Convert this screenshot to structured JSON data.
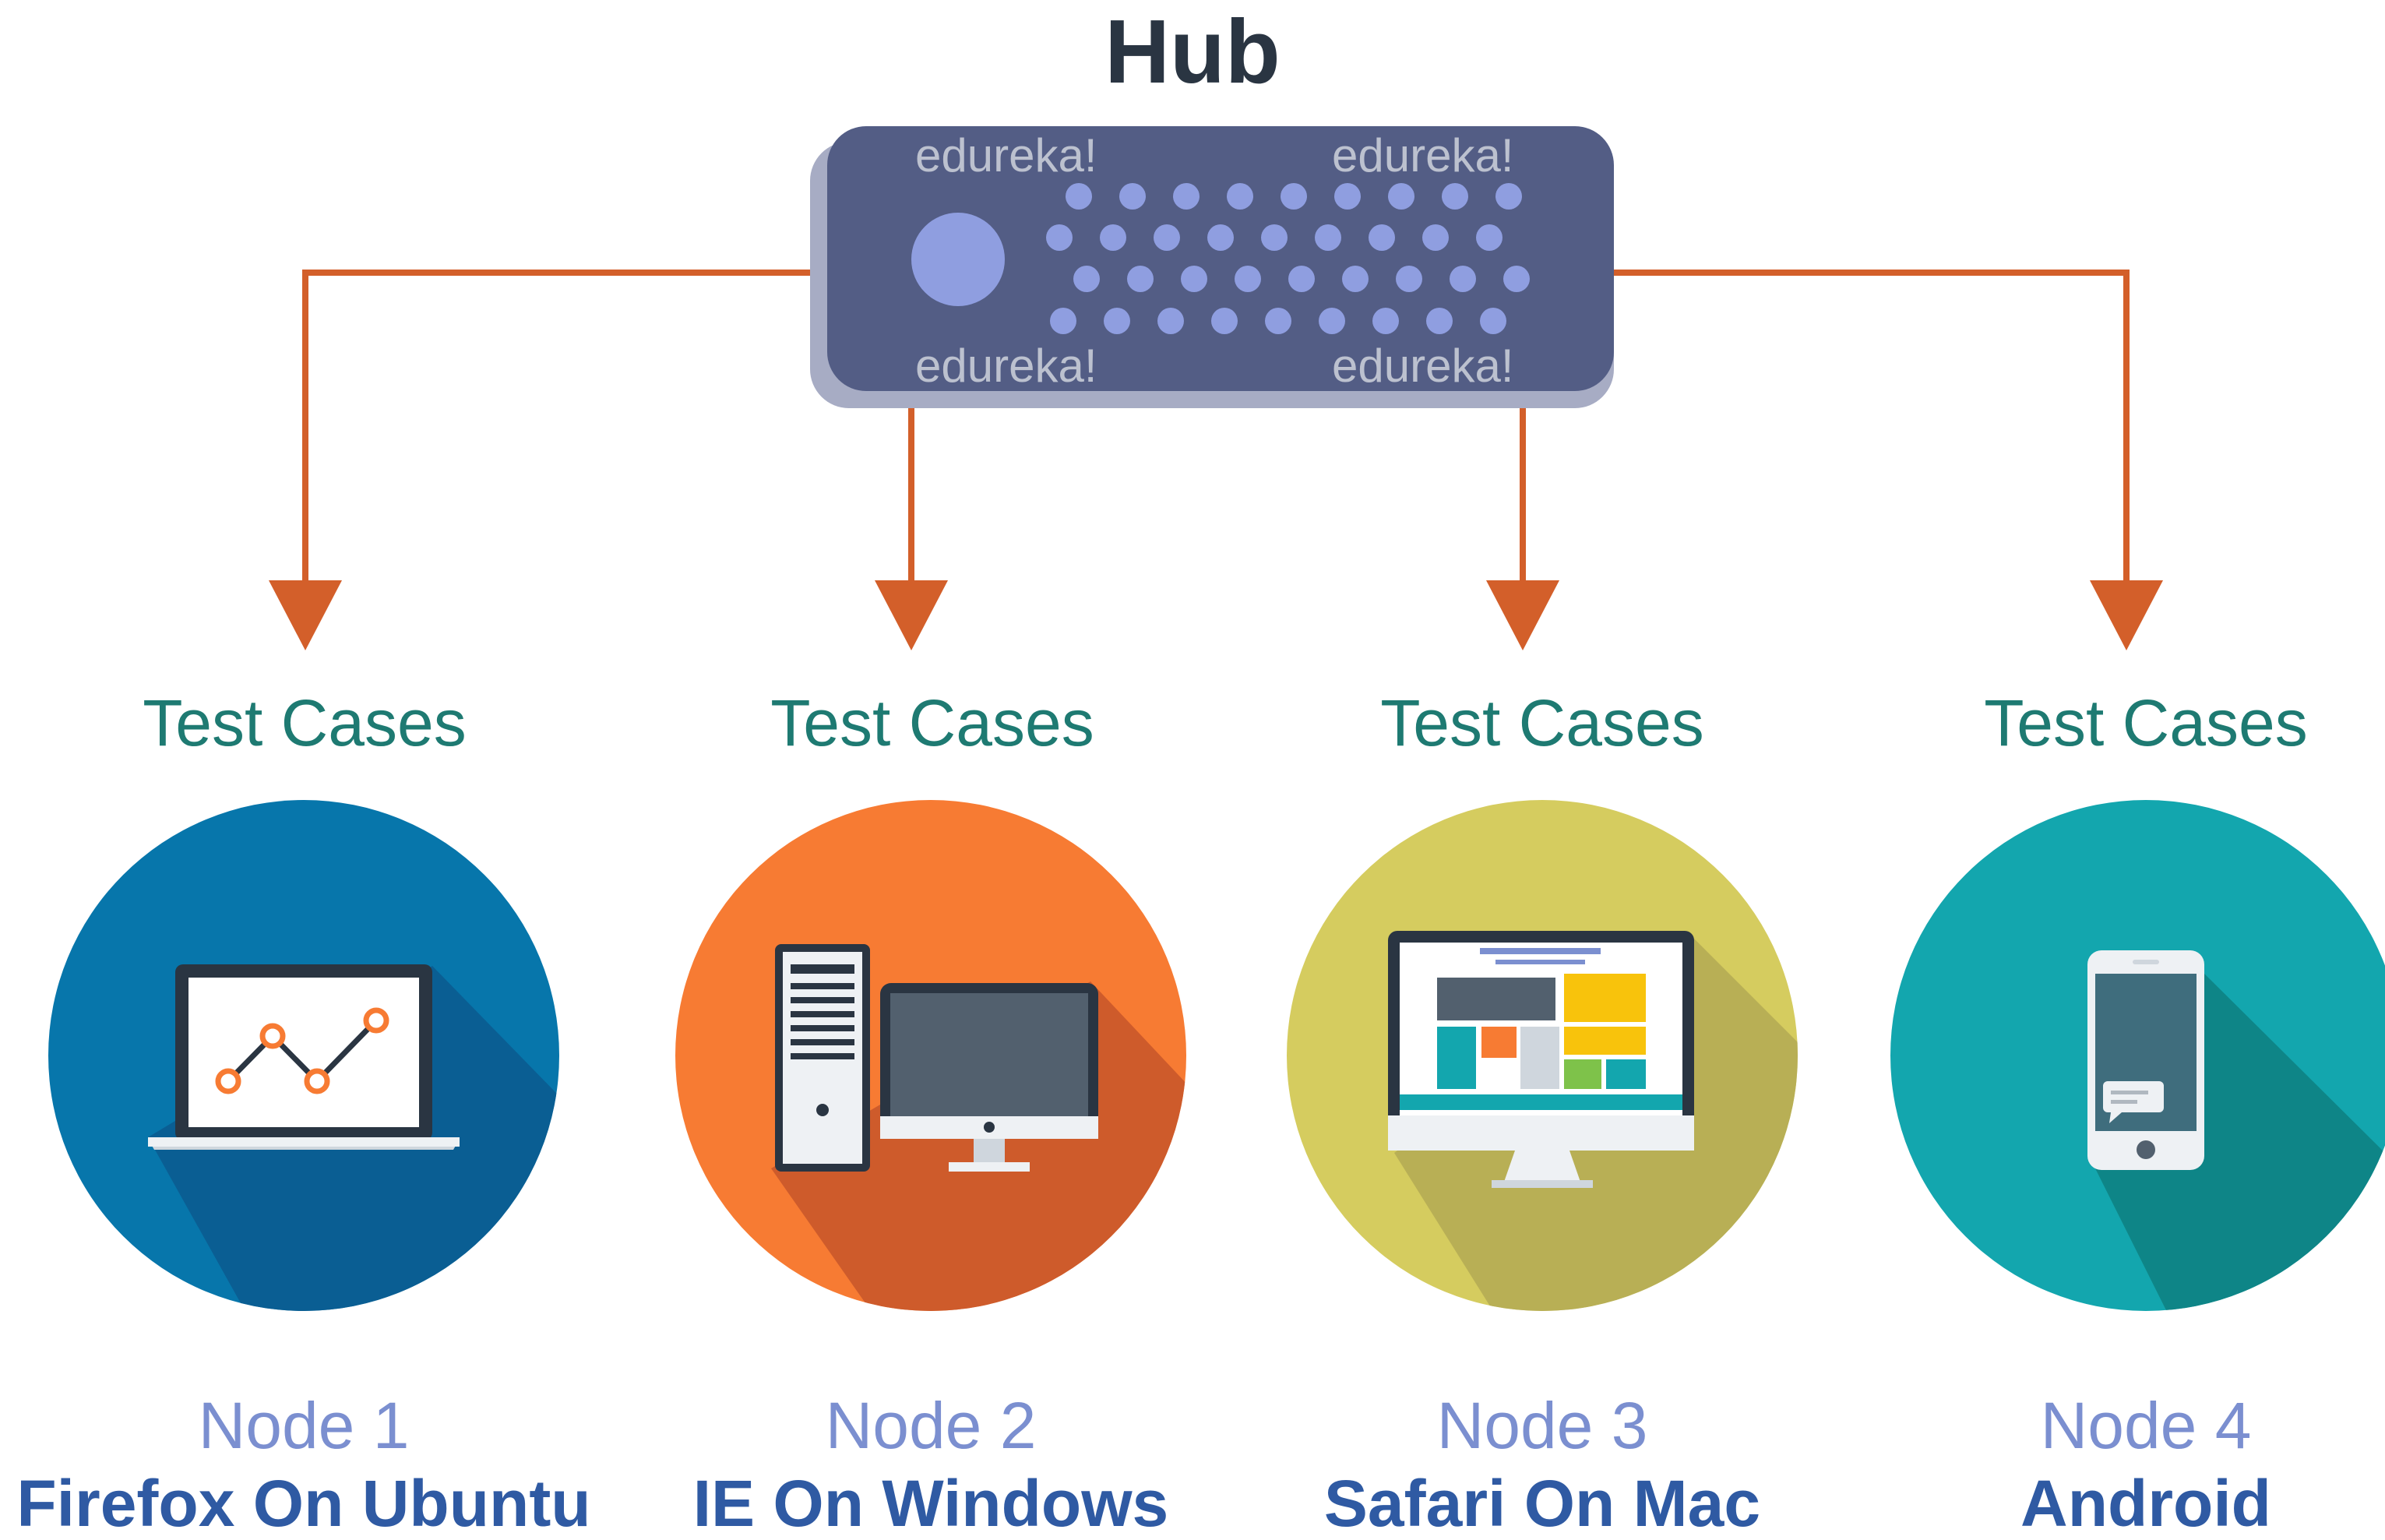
{
  "hub": {
    "title": "Hub"
  },
  "watermark": "edureka!",
  "nodes": [
    {
      "test_label": "Test Cases",
      "id": "Node 1",
      "name": "Firefox On Ubuntu",
      "color": "#0776ab",
      "icon": "laptop-icon"
    },
    {
      "test_label": "Test Cases",
      "id": "Node 2",
      "name": "IE On Windows",
      "color": "#f77b33",
      "icon": "desktop-pc-icon"
    },
    {
      "test_label": "Test Cases",
      "id": "Node 3",
      "name": "Safari On Mac",
      "color": "#d5cc5f",
      "icon": "imac-icon"
    },
    {
      "test_label": "Test Cases",
      "id": "Node 4",
      "name": "Android",
      "color": "#13a6ae",
      "icon": "smartphone-icon"
    }
  ],
  "colors": {
    "arrow": "#d35f2a",
    "hub_body": "#535d85",
    "hub_dot": "#8f9ee0"
  }
}
